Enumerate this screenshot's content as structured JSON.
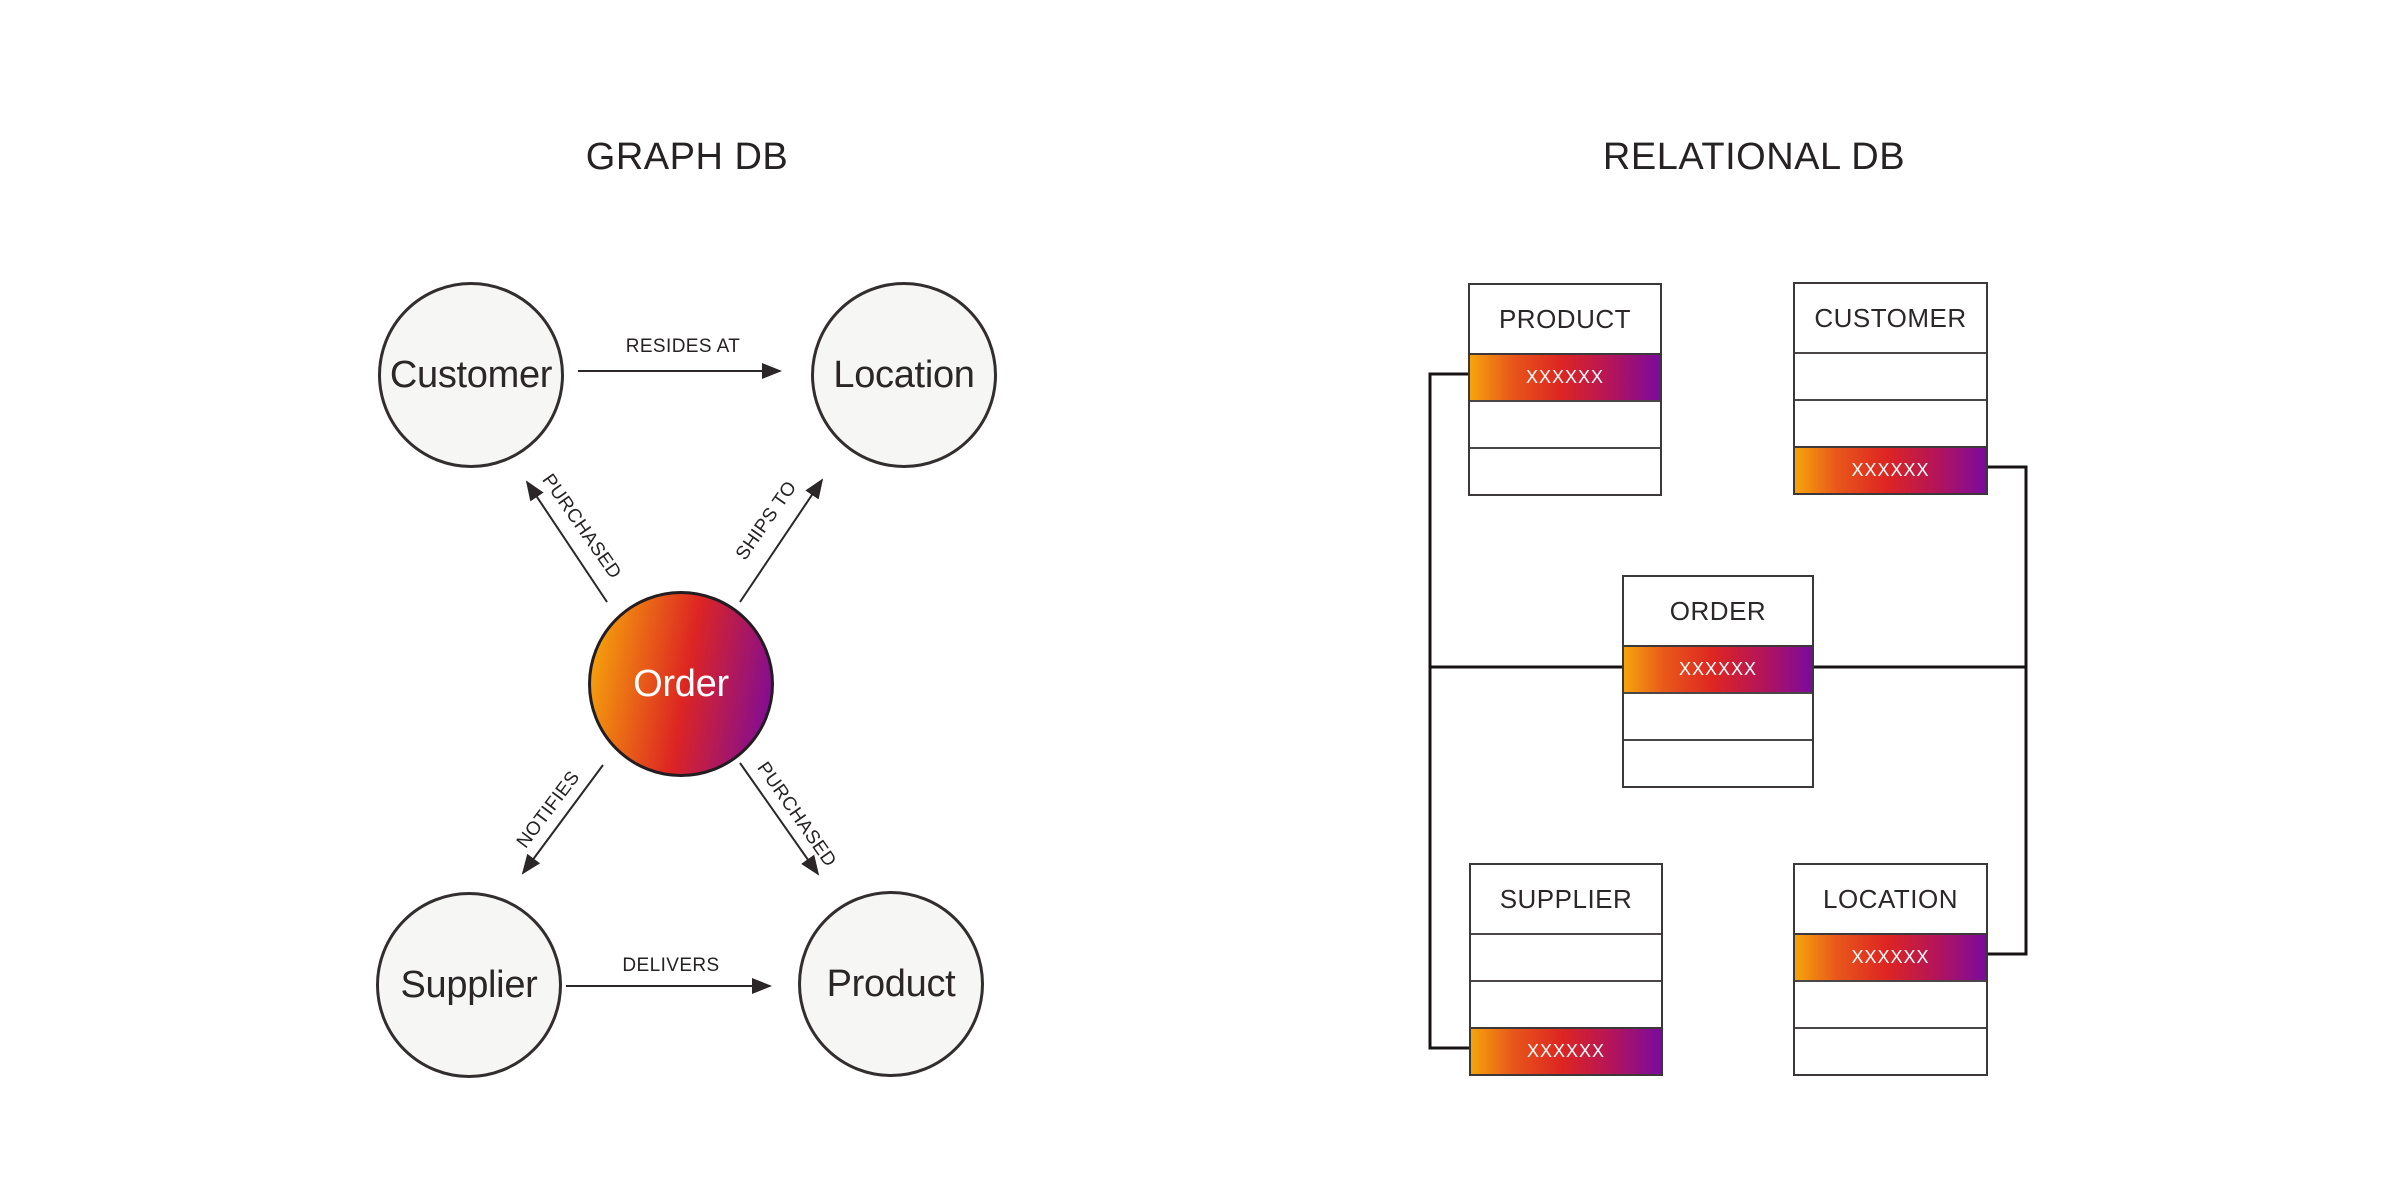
{
  "titles": {
    "graph_db": "GRAPH DB",
    "relational_db": "RELATIONAL DB"
  },
  "graph": {
    "nodes": {
      "customer": "Customer",
      "location": "Location",
      "order": "Order",
      "supplier": "Supplier",
      "product": "Product"
    },
    "edges": {
      "resides_at": "RESIDES AT",
      "purchased_customer": "PURCHASED",
      "ships_to": "SHIPS TO",
      "notifies": "NOTIFIES",
      "purchased_product": "PURCHASED",
      "delivers": "DELIVERS"
    }
  },
  "relational": {
    "tables": {
      "product": {
        "name": "PRODUCT",
        "key_value": "XXXXXX"
      },
      "customer": {
        "name": "CUSTOMER",
        "key_value": "XXXXXX"
      },
      "order": {
        "name": "ORDER",
        "key_value": "XXXXXX"
      },
      "supplier": {
        "name": "SUPPLIER",
        "key_value": "XXXXXX"
      },
      "location": {
        "name": "LOCATION",
        "key_value": "XXXXXX"
      }
    }
  },
  "colors": {
    "gradient_start": "#f6a40b",
    "gradient_mid": "#dd2522",
    "gradient_end": "#7a0b9d",
    "node_fill": "#f6f6f4",
    "line": "#2b2627",
    "text": "#2b2627"
  }
}
